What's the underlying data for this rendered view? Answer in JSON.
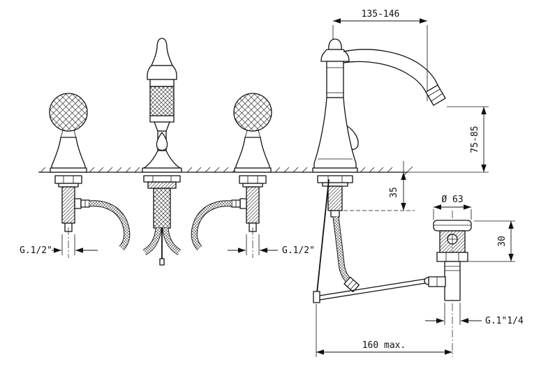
{
  "labels": {
    "spout_projection": "135-146",
    "spout_height": "75-85",
    "deck_thickness": "35",
    "drain_diameter": "Ø 63",
    "drain_flange_height": "30",
    "left_valve_thread": "G.1/2\"",
    "right_valve_thread": "G.1/2\"",
    "drain_tail_thread": "G.1\"1/4",
    "rod_length_max": "160 max."
  },
  "colors": {
    "line": "#111111",
    "background": "#ffffff"
  }
}
